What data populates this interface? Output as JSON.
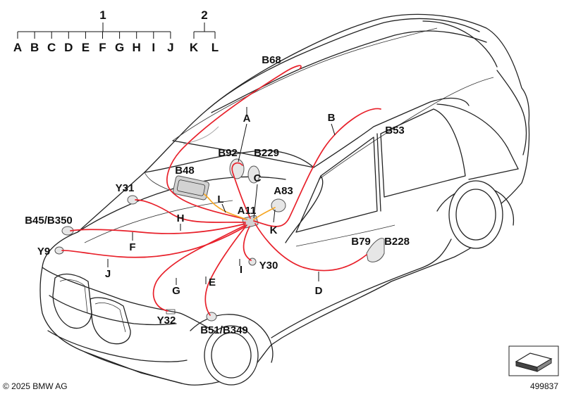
{
  "legend": {
    "group1": {
      "number": "1",
      "items": [
        "A",
        "B",
        "C",
        "D",
        "E",
        "F",
        "G",
        "H",
        "I",
        "J"
      ]
    },
    "group2": {
      "number": "2",
      "items": [
        "K",
        "L"
      ]
    }
  },
  "components": {
    "b68": "B68",
    "b53": "B53",
    "b92": "B92",
    "b229": "B229",
    "b48": "B48",
    "a83": "A83",
    "a11": "A11",
    "y31": "Y31",
    "b45_b350": "B45/B350",
    "y9": "Y9",
    "y30": "Y30",
    "b79": "B79",
    "b228": "B228",
    "y32": "Y32",
    "b51_b349": "B51/B349"
  },
  "harness": {
    "a": "A",
    "b": "B",
    "c": "C",
    "d": "D",
    "e": "E",
    "f": "F",
    "g": "G",
    "h": "H",
    "i": "I",
    "j": "J",
    "k": "K",
    "l": "L"
  },
  "footer": {
    "copyright": "© 2025 BMW AG",
    "diagram_number": "499837"
  },
  "colors": {
    "wire_main": "#e8212b",
    "wire_secondary": "#f6a623",
    "line": "#222222"
  }
}
